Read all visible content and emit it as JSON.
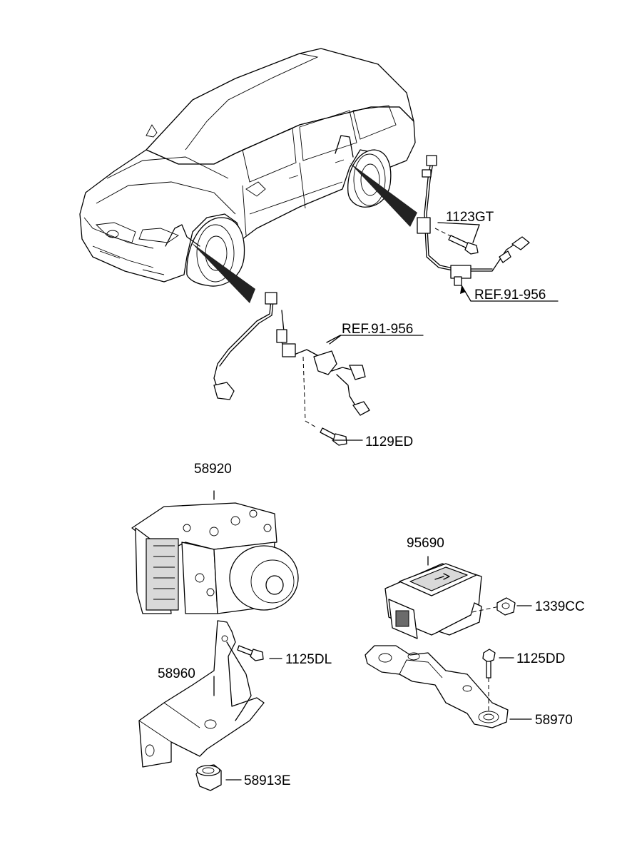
{
  "labels": {
    "p1123GT": "1123GT",
    "ref_rear": "REF.91-956",
    "ref_front": "REF.91-956",
    "p1129ED": "1129ED",
    "p58920": "58920",
    "p95690": "95690",
    "p1339CC": "1339CC",
    "p1125DL": "1125DL",
    "p1125DD": "1125DD",
    "p58960": "58960",
    "p58970": "58970",
    "p58913E": "58913E"
  }
}
